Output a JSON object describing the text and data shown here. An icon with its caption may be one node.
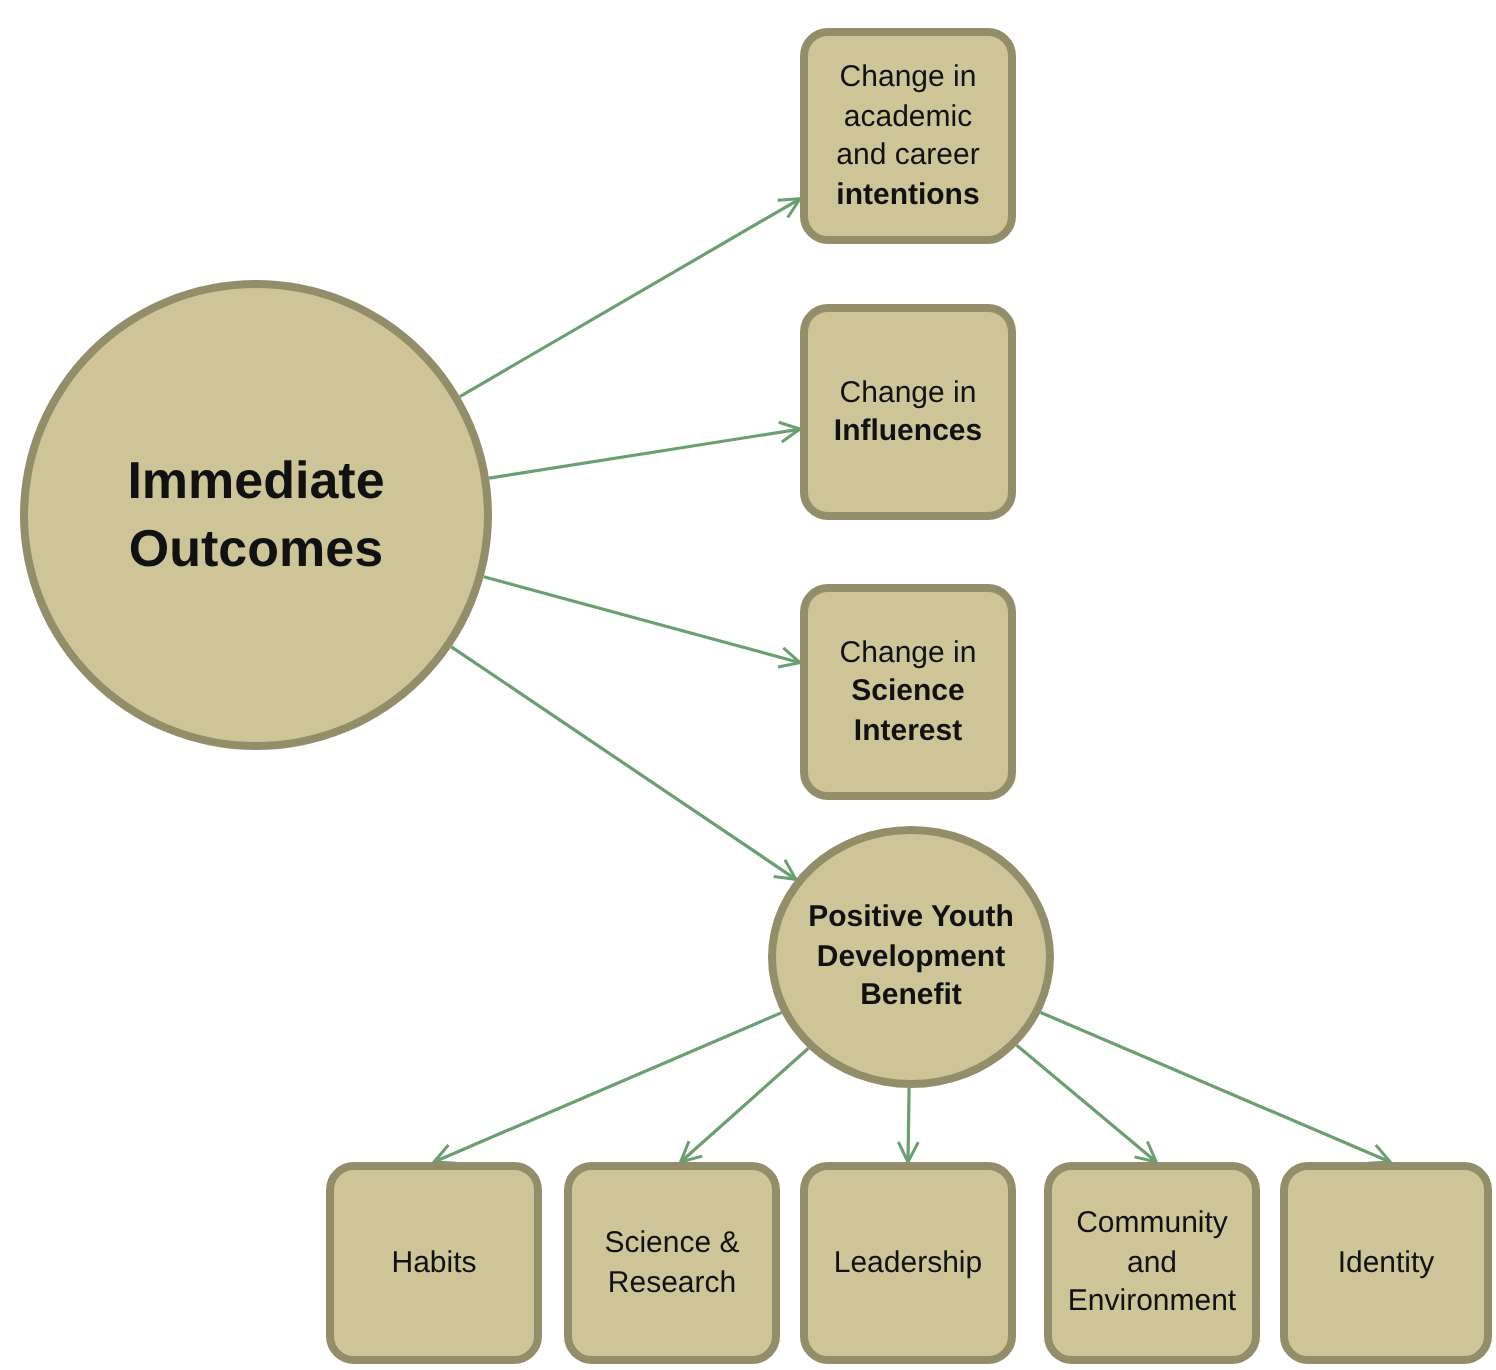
{
  "diagram": {
    "nodes": [
      {
        "text": [
          "Immediate Outcomes"
        ]
      },
      {
        "text": [
          "Change in academic and career **intentions**"
        ]
      },
      {
        "text": [
          "Change in **Influences**"
        ]
      },
      {
        "text": [
          "Change in **Science Interest**"
        ]
      },
      {
        "text": [
          "Positive Youth Development Benefit"
        ]
      },
      {
        "text": [
          "Habits"
        ]
      },
      {
        "text": [
          "Science & Research"
        ]
      },
      {
        "text": [
          "Leadership"
        ]
      },
      {
        "text": [
          "Community and Environment"
        ]
      },
      {
        "text": [
          "Identity"
        ]
      }
    ],
    "edges": [
      {
        "from": 0,
        "to": 1,
        "arrow": "to"
      },
      {
        "from": 0,
        "to": 2,
        "arrow": "to"
      },
      {
        "from": 0,
        "to": 3,
        "arrow": "to"
      },
      {
        "from": 0,
        "to": 4,
        "arrow": "to"
      },
      {
        "from": 4,
        "to": 5,
        "arrow": "to"
      },
      {
        "from": 4,
        "to": 6,
        "arrow": "to"
      },
      {
        "from": 4,
        "to": 7,
        "arrow": "to"
      },
      {
        "from": 4,
        "to": 8,
        "arrow": "to"
      },
      {
        "from": 4,
        "to": 9,
        "arrow": "to"
      }
    ]
  }
}
